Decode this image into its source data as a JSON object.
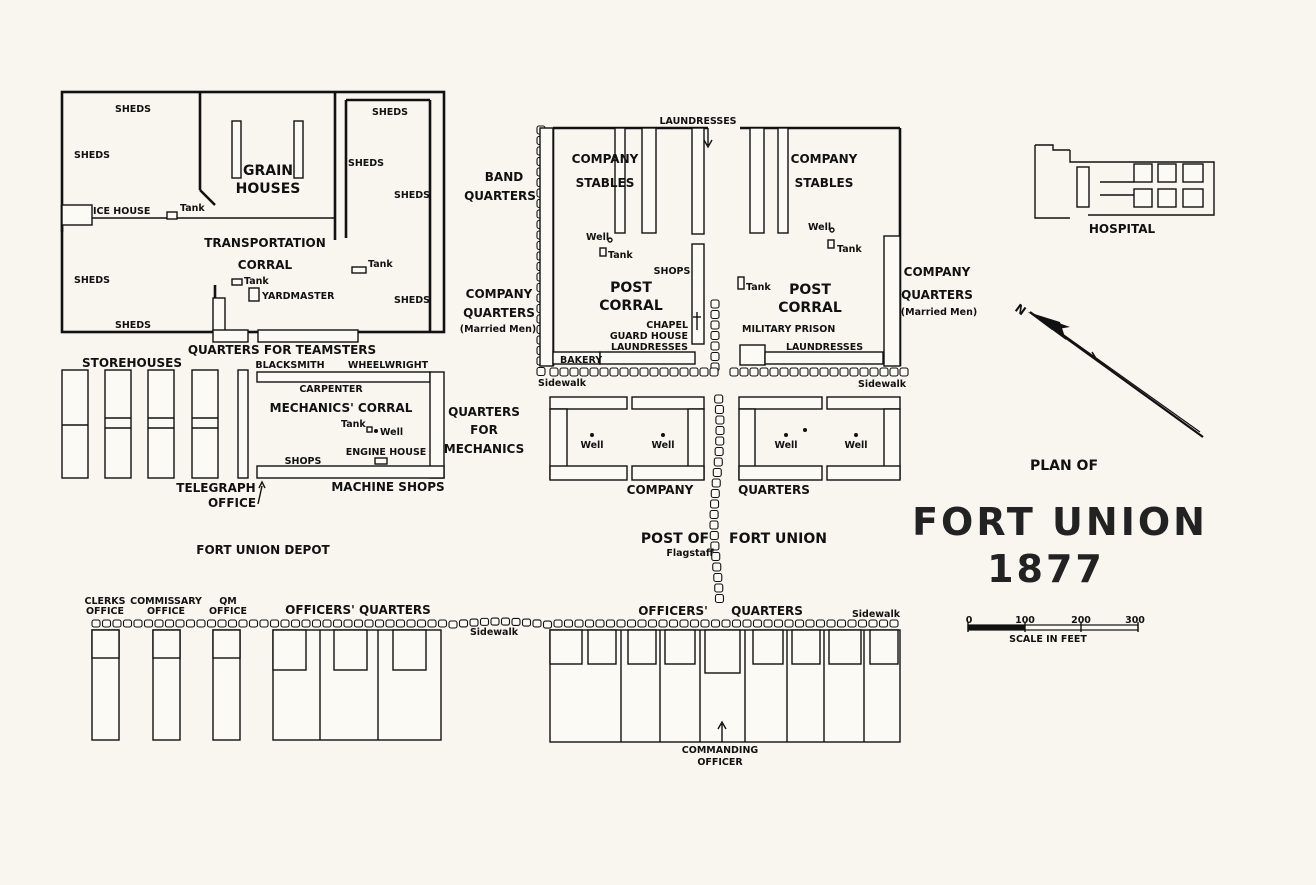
{
  "depot": {
    "name": "FORT UNION DEPOT",
    "sheds": "SHEDS",
    "grain_houses": [
      "GRAIN",
      "HOUSES"
    ],
    "ice_house": "ICE HOUSE",
    "tank": "Tank",
    "transportation_corral": [
      "TRANSPORTATION",
      "CORRAL"
    ],
    "yardmaster": "YARDMASTER",
    "quarters_for_teamsters": "QUARTERS FOR TEAMSTERS",
    "storehouses": "STOREHOUSES",
    "blacksmith": "BLACKSMITH",
    "wheelwright": "WHEELWRIGHT",
    "carpenter": "CARPENTER",
    "mechanics_corral": "MECHANICS' CORRAL",
    "well": "Well",
    "engine_house": "ENGINE HOUSE",
    "shops": "SHOPS",
    "machine_shops": "MACHINE SHOPS",
    "quarters_for_mechanics": [
      "QUARTERS",
      "FOR",
      "MECHANICS"
    ],
    "telegraph_office": [
      "TELEGRAPH",
      "OFFICE"
    ],
    "clerks_office": [
      "CLERKS",
      "OFFICE"
    ],
    "commissary_office": [
      "COMMISSARY",
      "OFFICE"
    ],
    "qm_office": [
      "QM",
      "OFFICE"
    ],
    "officers_quarters": "OFFICERS' QUARTERS",
    "sidewalk": "Sidewalk"
  },
  "post": {
    "name": [
      "POST OF",
      "FORT UNION"
    ],
    "flagstaff": "Flagstaff",
    "laundresses": "LAUNDRESSES",
    "band_quarters": [
      "BAND",
      "QUARTERS"
    ],
    "company_stables": [
      "COMPANY",
      "STABLES"
    ],
    "well": "Well",
    "tank": "Tank",
    "shops": "SHOPS",
    "post_corral": [
      "POST",
      "CORRAL"
    ],
    "company_quarters": [
      "COMPANY",
      "QUARTERS"
    ],
    "married_men": "(Married Men)",
    "chapel": "CHAPEL",
    "guard_house": "GUARD HOUSE",
    "bakery": "BAKERY",
    "military_prison": "MILITARY PRISON",
    "sidewalk": "Sidewalk",
    "company": "COMPANY",
    "quarters": "QUARTERS",
    "officers_quarters": [
      "OFFICERS'",
      "QUARTERS"
    ],
    "commanding_officer": [
      "COMMANDING",
      "OFFICER"
    ],
    "hospital": "HOSPITAL"
  },
  "title": {
    "plan_of": "PLAN OF",
    "name": "FORT UNION",
    "year": "1877",
    "north": "N"
  },
  "scale": {
    "ticks": [
      "0",
      "100",
      "200",
      "300"
    ],
    "label": "SCALE IN FEET"
  }
}
